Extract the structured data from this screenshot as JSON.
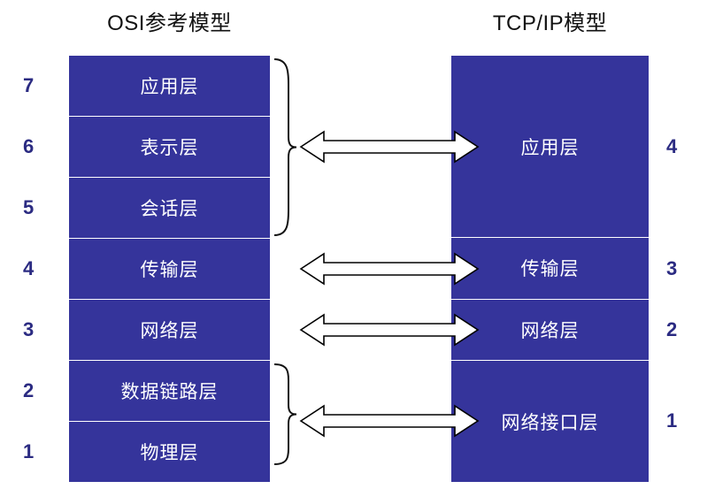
{
  "diagram": {
    "title_left": "OSI参考模型",
    "title_right": "TCP/IP模型",
    "accent_color": "#35349B",
    "number_color": "#2B2B82",
    "text_color": "#FFFFFF",
    "background": "#FFFFFF",
    "outline_color": "#000000"
  },
  "osi": {
    "heading": "OSI参考模型",
    "layers": [
      {
        "number": "7",
        "label": "应用层"
      },
      {
        "number": "6",
        "label": "表示层"
      },
      {
        "number": "5",
        "label": "会话层"
      },
      {
        "number": "4",
        "label": "传输层"
      },
      {
        "number": "3",
        "label": "网络层"
      },
      {
        "number": "2",
        "label": "数据链路层"
      },
      {
        "number": "1",
        "label": "物理层"
      }
    ]
  },
  "tcpip": {
    "heading": "TCP/IP模型",
    "layers": [
      {
        "number": "4",
        "label": "应用层",
        "span": 3
      },
      {
        "number": "3",
        "label": "传输层",
        "span": 1
      },
      {
        "number": "2",
        "label": "网络层",
        "span": 1
      },
      {
        "number": "1",
        "label": "网络接口层",
        "span": 2
      }
    ]
  },
  "connectors": [
    {
      "name": "application-mapping",
      "brace": true,
      "osi_layers": [
        "7",
        "6",
        "5"
      ],
      "tcp_layer": "4",
      "arrow": "double-headed"
    },
    {
      "name": "transport-mapping",
      "brace": false,
      "osi_layers": [
        "4"
      ],
      "tcp_layer": "3",
      "arrow": "double-headed"
    },
    {
      "name": "network-mapping",
      "brace": false,
      "osi_layers": [
        "3"
      ],
      "tcp_layer": "2",
      "arrow": "double-headed"
    },
    {
      "name": "link-mapping",
      "brace": true,
      "osi_layers": [
        "2",
        "1"
      ],
      "tcp_layer": "1",
      "arrow": "double-headed"
    }
  ]
}
